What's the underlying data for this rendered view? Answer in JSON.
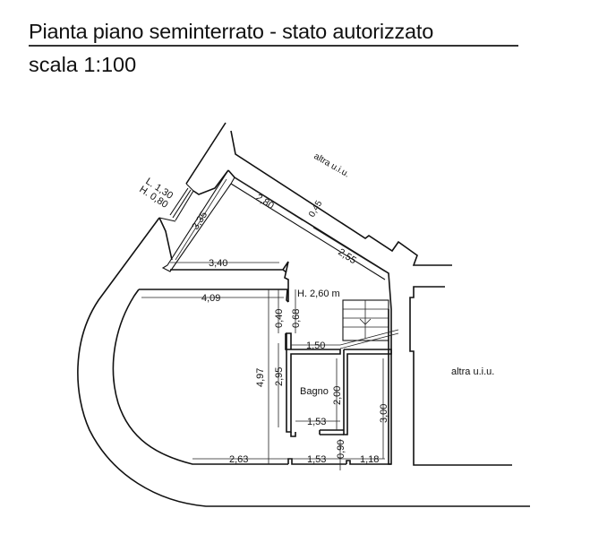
{
  "header": {
    "title": "Pianta piano seminterrato - stato autorizzato",
    "scale": "scala 1:100"
  },
  "plan": {
    "room_height": "H. 2,60 m",
    "rooms": [
      {
        "name": "Bagno"
      }
    ],
    "neighbors": [
      {
        "label": "altra u.i.u.",
        "position": "top"
      },
      {
        "label": "altra u.i.u.",
        "position": "right"
      }
    ],
    "window": {
      "width_label": "L. 1,30",
      "height_label": "H. 0,80"
    },
    "dimensions": {
      "d_3_35": "3,35",
      "d_2_80": "2,80",
      "d_0_45": "0,45",
      "d_2_55": "2,55",
      "d_3_40": "3,40",
      "d_4_09": "4,09",
      "d_0_40": "0,40",
      "d_0_68": "0,68",
      "d_1_50": "1,50",
      "d_4_97": "4,97",
      "d_2_95": "2,95",
      "d_2_00": "2,00",
      "d_3_00": "3,00",
      "d_1_53_top": "1,53",
      "d_2_63": "2,63",
      "d_1_53_bottom": "1,53",
      "d_0_90": "0,90",
      "d_1_18": "1,18"
    },
    "colors": {
      "line": "#111111",
      "background": "#ffffff"
    }
  }
}
